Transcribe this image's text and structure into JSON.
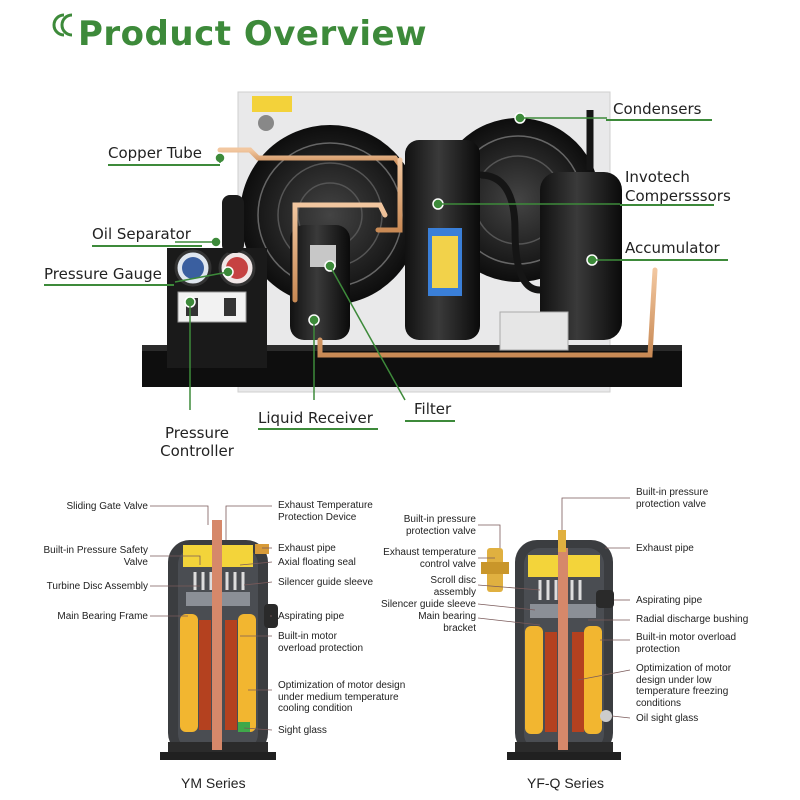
{
  "title": "Product Overview",
  "colors": {
    "accent": "#3d8a3a",
    "callout_dot": "#3d8a3a"
  },
  "unit_labels": {
    "copper_tube": "Copper Tube",
    "oil_separator": "Oil Separator",
    "pressure_gauge": "Pressure Gauge",
    "pressure_controller": [
      "Pressure",
      "Controller"
    ],
    "liquid_receiver": "Liquid Receiver",
    "filter": "Filter",
    "condensers": "Condensers",
    "compressors": [
      "Invotech",
      "Compersssors"
    ],
    "accumulator": "Accumulator"
  },
  "ym": {
    "series": "YM Series",
    "left": [
      "Sliding Gate Valve",
      "Built-in Pressure Safety Valve",
      "Turbine Disc Assembly",
      "Main Bearing Frame"
    ],
    "right": [
      "Exhaust Temperature Protection Device",
      "Exhaust pipe",
      "Axial floating seal",
      "Silencer guide sleeve",
      "Aspirating pipe",
      "Built-in motor overload protection",
      "Optimization of motor design under medium temperature cooling condition",
      "Sight glass"
    ]
  },
  "yfq": {
    "series": "YF-Q Series",
    "left": [
      "Built-in pressure protection valve",
      "Exhaust temperature control valve",
      "Scroll disc assembly",
      "Silencer guide sleeve",
      "Main bearing bracket"
    ],
    "right": [
      "Built-in pressure protection valve",
      "Exhaust pipe",
      "Aspirating pipe",
      "Radial discharge bushing",
      "Built-in motor overload protection",
      "Optimization of motor design under low temperature freezing conditions",
      "Oil sight glass"
    ]
  }
}
